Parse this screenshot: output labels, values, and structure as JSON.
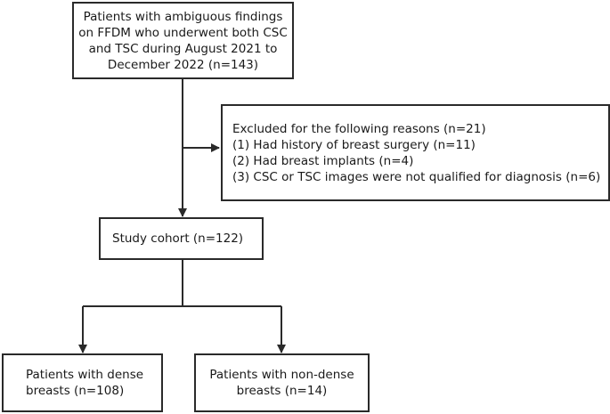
{
  "flowchart": {
    "top_box": {
      "lines": [
        "Patients with ambiguous findings",
        "on FFDM who underwent both CSC",
        "and TSC during August 2021 to",
        "December 2022 (n=143)"
      ]
    },
    "excluded_box": {
      "lines": [
        "Excluded for the following reasons (n=21)",
        "(1) Had history of breast surgery (n=11)",
        "(2) Had breast implants (n=4)",
        "(3) CSC or TSC images were not qualified for diagnosis (n=6)"
      ]
    },
    "cohort_box": {
      "label": "Study cohort (n=122)"
    },
    "dense_box": {
      "lines": [
        "Patients with dense",
        "breasts (n=108)"
      ]
    },
    "nondense_box": {
      "lines": [
        "Patients with non-dense",
        "breasts (n=14)"
      ]
    },
    "line_color": "#2a2a2a"
  }
}
